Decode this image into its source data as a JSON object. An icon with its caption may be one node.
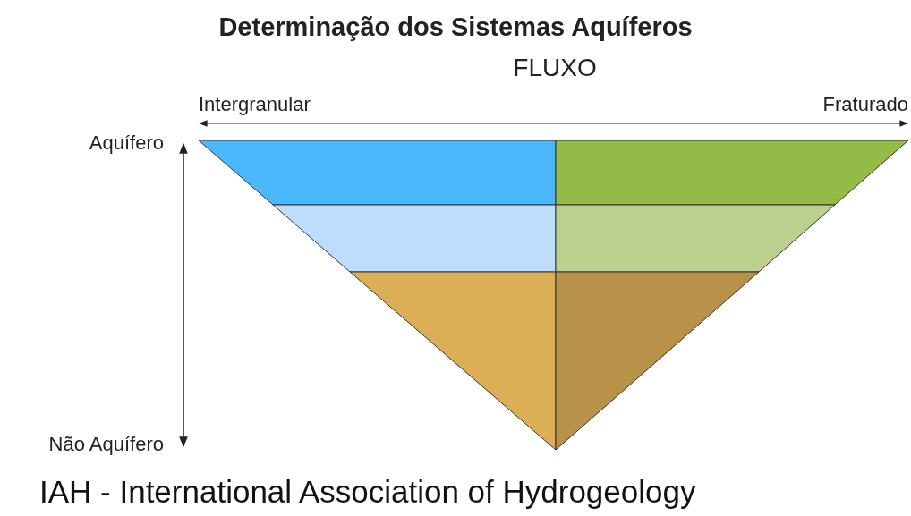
{
  "diagram": {
    "title": "Determinação dos Sistemas Aquíferos",
    "caption": "IAH - International Association of Hydrogeology",
    "labels": [
      "FLUXO",
      "Intergranular",
      "Fraturado",
      "Aquífero",
      "Não Aquífero"
    ]
  }
}
